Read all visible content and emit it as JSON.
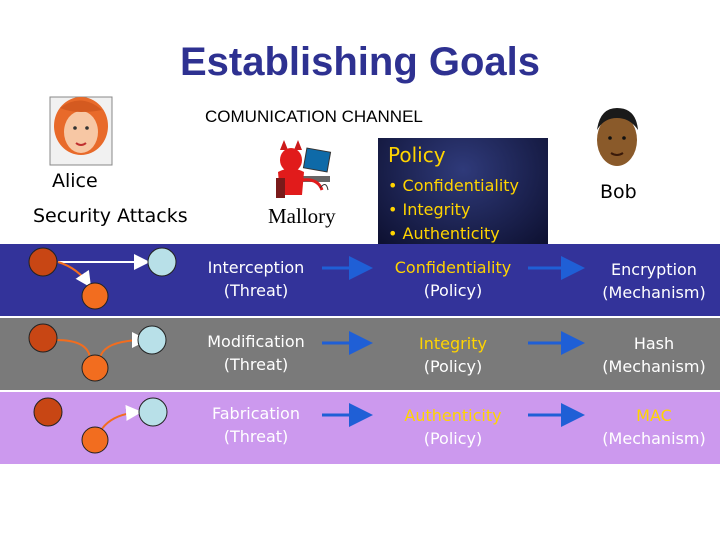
{
  "title": "Establishing Goals",
  "channel_label": "COMUNICATION CHANNEL",
  "alice_label": "Alice",
  "attacks_label": "Security Attacks",
  "mallory_label": "Mallory",
  "bob_label": "Bob",
  "policy": {
    "title": "Policy",
    "items": [
      "• Confidentiality",
      "• Integrity",
      "• Authenticity"
    ]
  },
  "rows": [
    {
      "threat": [
        "Interception",
        "(Threat)"
      ],
      "policy": [
        "Confidentiality",
        "(Policy)"
      ],
      "mechanism": [
        "Encryption",
        "(Mechanism)"
      ]
    },
    {
      "threat": [
        "Modification",
        "(Threat)"
      ],
      "policy": [
        "Integrity",
        "(Policy)"
      ],
      "mechanism": [
        "Hash",
        "(Mechanism)"
      ]
    },
    {
      "threat": [
        "Fabrication",
        "(Threat)"
      ],
      "policy": [
        "Authenticity",
        "(Policy)"
      ],
      "mechanism": [
        "MAC",
        "(Mechanism)"
      ]
    }
  ],
  "colors": {
    "title": "#2e3191",
    "row1_band": "#33339a",
    "row2_band": "#7a7a7a",
    "row3_band": "#cc99ee",
    "policy_text": "#ffd400",
    "arrow": "#1f5fd6",
    "node_red": "#c84614",
    "node_orange": "#f26d1f",
    "node_light": "#b8e0e8"
  }
}
